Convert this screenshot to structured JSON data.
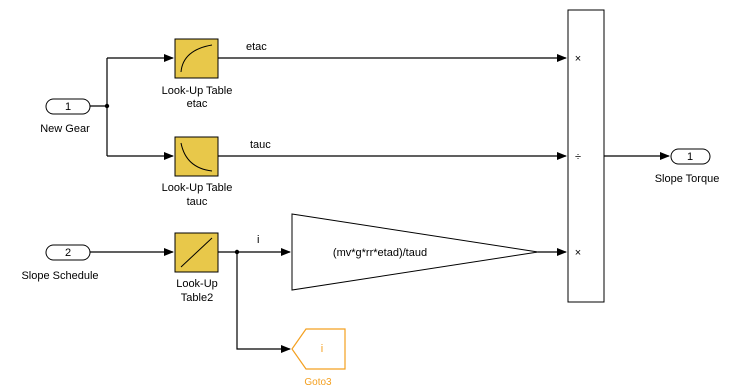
{
  "inports": [
    {
      "number": "1",
      "name": "New Gear"
    },
    {
      "number": "2",
      "name": "Slope Schedule"
    }
  ],
  "outport": {
    "number": "1",
    "name": "Slope Torque"
  },
  "lookup_tables": [
    {
      "name_line1": "Look-Up Table",
      "name_line2": "etac"
    },
    {
      "name_line1": "Look-Up Table",
      "name_line2": "tauc"
    },
    {
      "name_line1": "Look-Up",
      "name_line2": "Table2"
    }
  ],
  "signals": {
    "etac": "etac",
    "tauc": "tauc",
    "i": "i"
  },
  "gain": {
    "expression": "(mv*g*rr*etad)/taud"
  },
  "product": {
    "ops": [
      "×",
      "÷",
      "×"
    ]
  },
  "goto": {
    "tag": "i",
    "name": "Goto3"
  },
  "colors": {
    "block_fill": "#e8c84a",
    "goto_color": "#f4a020",
    "wire": "#000000"
  }
}
